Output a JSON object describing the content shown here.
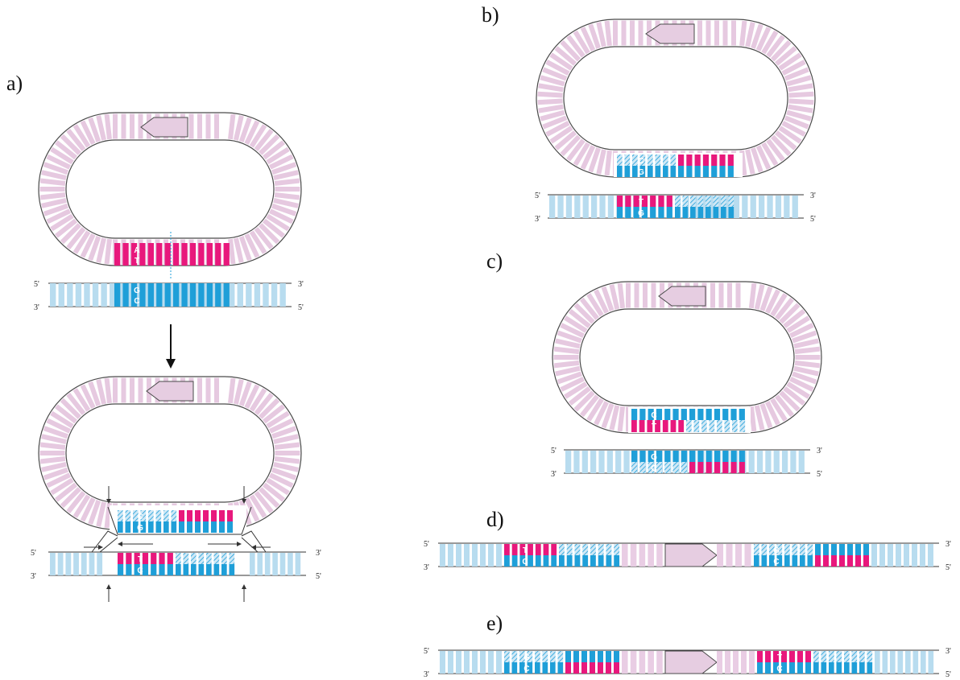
{
  "panels": {
    "a": {
      "label": "a)",
      "plasmid_pair": [
        "A",
        "T"
      ],
      "dna_top_5": "5'",
      "dna_top_3": "3'",
      "dna_bot_3": "3'",
      "dna_bot_5": "5'",
      "dna_pair": [
        "G",
        "C"
      ],
      "step2_plasmid_pair": [
        "C",
        "G"
      ],
      "step2_dna_pair": [
        "T",
        "C"
      ],
      "step2_top_5": "5'",
      "step2_top_3": "3'",
      "step2_bot_3": "3'",
      "step2_bot_5": "5'"
    },
    "b": {
      "label": "b)",
      "plasmid_pair": [
        "C",
        "G"
      ],
      "dna_pair": [
        "T",
        "G"
      ],
      "top_5": "5'",
      "top_3": "3'",
      "bot_3": "3'",
      "bot_5": "5'"
    },
    "c": {
      "label": "c)",
      "plasmid_pair": [
        "C",
        "T"
      ],
      "dna_pair": [
        "G",
        "C"
      ],
      "top_5": "5'",
      "top_3": "3'",
      "bot_3": "3'",
      "bot_5": "5'"
    },
    "d": {
      "label": "d)",
      "left_pair": [
        "T",
        "C"
      ],
      "right_pair": [
        "G",
        "C"
      ],
      "top_5": "5'",
      "top_3": "3'",
      "bot_3": "3'",
      "bot_5": "5'"
    },
    "e": {
      "label": "e)",
      "left_pair": [
        "G",
        "C"
      ],
      "right_pair": [
        "T",
        "C"
      ],
      "top_5": "5'",
      "top_3": "3'",
      "bot_3": "3'",
      "bot_5": "5'"
    }
  },
  "colors": {
    "magenta": "#e8187c",
    "blue": "#1f9fd8",
    "light_blue": "#b8dcef",
    "light_pink": "#e9cde4",
    "outline": "#4a4a4a"
  }
}
